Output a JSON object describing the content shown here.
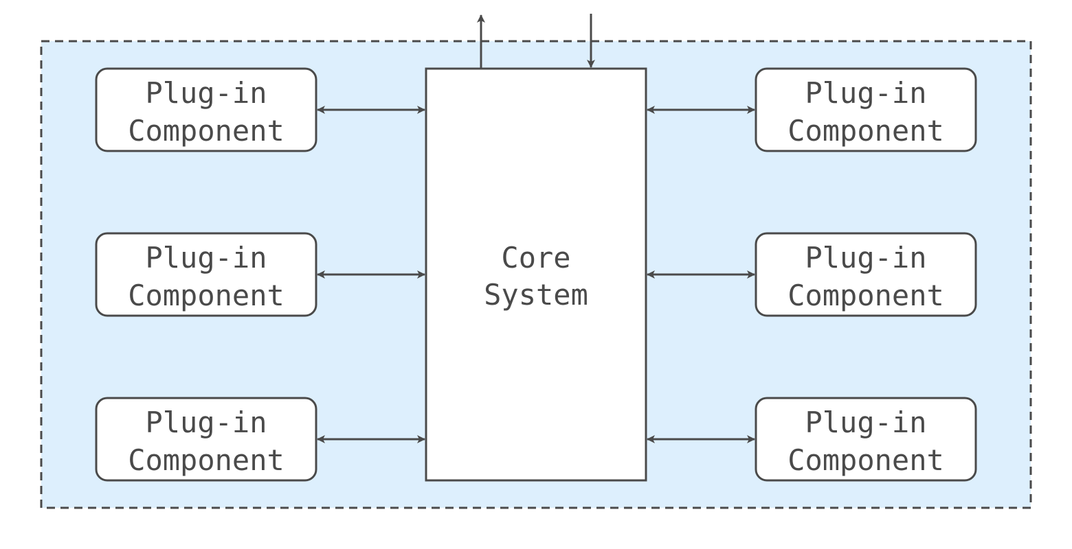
{
  "diagram": {
    "core": {
      "line1": "Core",
      "line2": "System"
    },
    "plugins": [
      {
        "line1": "Plug-in",
        "line2": "Component"
      },
      {
        "line1": "Plug-in",
        "line2": "Component"
      },
      {
        "line1": "Plug-in",
        "line2": "Component"
      },
      {
        "line1": "Plug-in",
        "line2": "Component"
      },
      {
        "line1": "Plug-in",
        "line2": "Component"
      },
      {
        "line1": "Plug-in",
        "line2": "Component"
      }
    ],
    "colors": {
      "container_fill": "#ddeffd",
      "stroke": "#4a4a4a",
      "box_fill": "#ffffff"
    }
  }
}
